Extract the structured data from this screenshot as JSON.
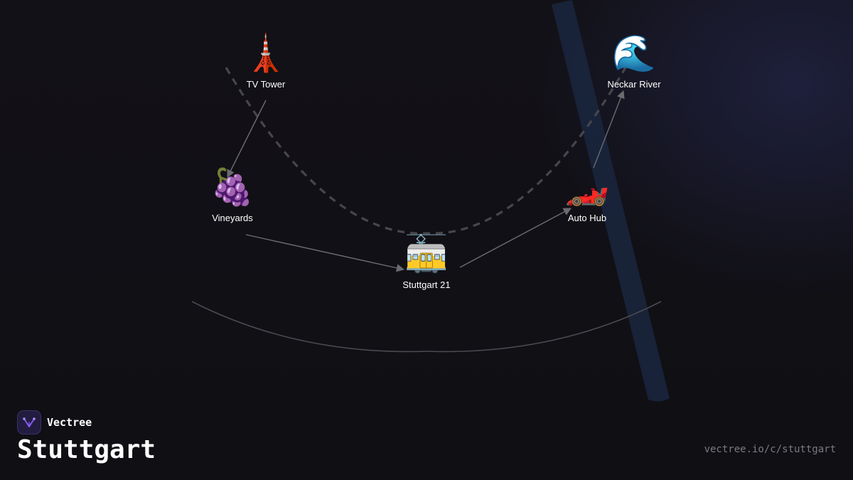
{
  "brand": {
    "name": "Vectree",
    "logo_icon": "vectree-logo-icon",
    "accent": "#8a5cf6"
  },
  "page": {
    "title": "Stuttgart",
    "url": "vectree.io/c/stuttgart"
  },
  "colors": {
    "background": "#111016",
    "river": "#1b2a44",
    "edge": "#6b6b70",
    "dashed_route": "#46464c",
    "label": "#ffffff"
  },
  "nodes": [
    {
      "id": "tv-tower",
      "label": "TV Tower",
      "icon": "tower-icon",
      "glyph": "🗼"
    },
    {
      "id": "neckar-river",
      "label": "Neckar River",
      "icon": "wave-icon",
      "glyph": "🌊"
    },
    {
      "id": "vineyards",
      "label": "Vineyards",
      "icon": "grapes-icon",
      "glyph": "🍇"
    },
    {
      "id": "auto-hub",
      "label": "Auto Hub",
      "icon": "race-car-icon",
      "glyph": "🏎️"
    },
    {
      "id": "stuttgart-21",
      "label": "Stuttgart 21",
      "icon": "tram-icon",
      "glyph": "🚋"
    }
  ],
  "edges": [
    {
      "from": "tv-tower",
      "to": "vineyards"
    },
    {
      "from": "vineyards",
      "to": "stuttgart-21"
    },
    {
      "from": "stuttgart-21",
      "to": "auto-hub"
    },
    {
      "from": "auto-hub",
      "to": "neckar-river"
    }
  ]
}
